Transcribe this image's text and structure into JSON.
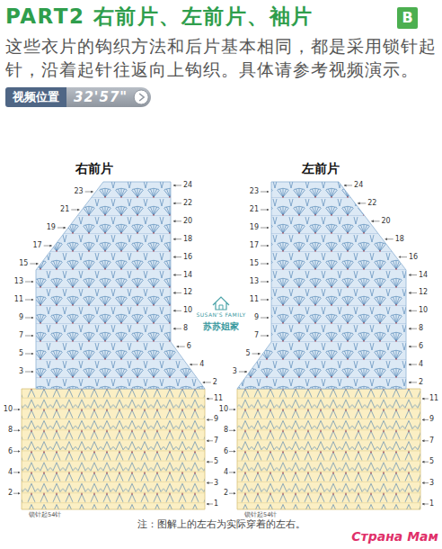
{
  "diagram": {
    "title": "PART2 右前片、左前片、袖片",
    "caption": "注：图解上的左右为实际穿着的左右。",
    "nodes": [
      {
        "text": [
          "B"
        ]
      },
      {
        "text": [
          "视频位置",
          "32'57\""
        ]
      }
    ],
    "labels": [
      "这些衣片的钩织方法和后片基本相同，都是采用锁针起针，沿着起针往返向上钩织。具体请参考视频演示。",
      "右前片",
      "23",
      "21",
      "19",
      "17",
      "15",
      "13",
      "11",
      "9",
      "7",
      "5",
      "3",
      "24",
      "22",
      "20",
      "18",
      "16",
      "14",
      "12",
      "10",
      "8",
      "6",
      "4",
      "2",
      "10",
      "8",
      "6",
      "4",
      "2",
      "11",
      "9",
      "7",
      "5",
      "3",
      "1",
      "锁针起54针",
      "左前片",
      "23",
      "21",
      "19",
      "17",
      "15",
      "13",
      "11",
      "9",
      "7",
      "5",
      "3",
      "24",
      "22",
      "20",
      "18",
      "16",
      "14",
      "12",
      "10",
      "8",
      "6",
      "4",
      "2",
      "10",
      "8",
      "6",
      "4",
      "2",
      "11",
      "9",
      "7",
      "5",
      "3",
      "1",
      "锁针起54针",
      "SUSAN'S FAMILY",
      "苏苏姐家",
      "Страна Мам"
    ]
  }
}
